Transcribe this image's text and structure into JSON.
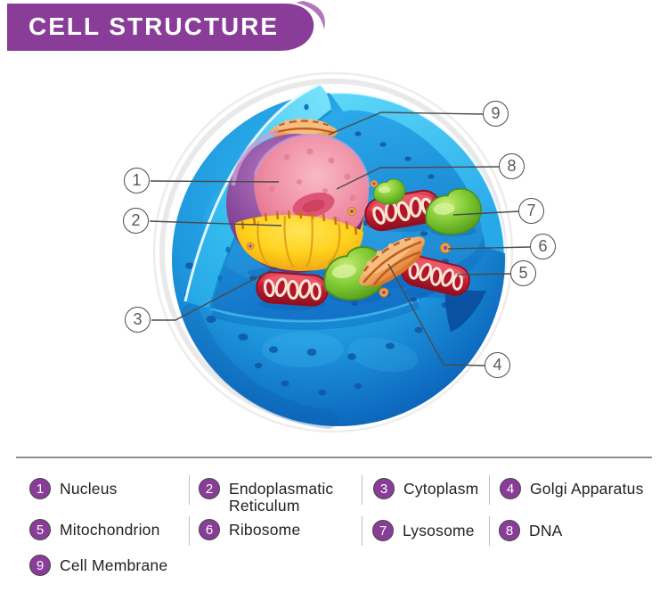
{
  "header": {
    "title": "CELL STRUCTURE"
  },
  "legend": {
    "items": [
      {
        "num": "1",
        "label": "Nucleus"
      },
      {
        "num": "2",
        "label": "Endoplasmatic\nReticulum"
      },
      {
        "num": "3",
        "label": "Cytoplasm"
      },
      {
        "num": "4",
        "label": "Golgi Apparatus"
      },
      {
        "num": "5",
        "label": "Mitochondrion"
      },
      {
        "num": "6",
        "label": "Ribosome"
      },
      {
        "num": "7",
        "label": "Lysosome"
      },
      {
        "num": "8",
        "label": "DNA"
      },
      {
        "num": "9",
        "label": "Cell Membrane"
      }
    ]
  },
  "diagram": {
    "callout_numbers": [
      "1",
      "2",
      "3",
      "4",
      "5",
      "6",
      "7",
      "8",
      "9"
    ],
    "callout_targets": {
      "1": "nucleus",
      "2": "endoplasmatic-reticulum",
      "3": "cytoplasm",
      "4": "golgi-apparatus",
      "5": "mitochondrion",
      "6": "ribosome",
      "7": "lysosome",
      "8": "dna",
      "9": "cell-membrane"
    }
  },
  "colors": {
    "banner_purple": "#8a3d98",
    "banner_swoosh": "#aa66b6",
    "badge_purple": "#8a3d98",
    "text_dark": "#231f20",
    "callout_gray": "#4d4d4f",
    "divider_gray": "#bcbec0",
    "rule_gray": "#8d8f92",
    "ring_gray": "#e9e9e9",
    "cell_bright_cyan": "#3ecdf6",
    "cell_mid_blue": "#1890d8",
    "cell_deep_blue": "#0b5cae",
    "nucleus_purple": "#8a4a9c",
    "nucleus_pink": "#f093a8",
    "er_yellow": "#ffd61f",
    "golgi_orange": "#ec9a52",
    "mitochondrion_red": "#c61d31",
    "lysosome_green": "#7dc832"
  }
}
